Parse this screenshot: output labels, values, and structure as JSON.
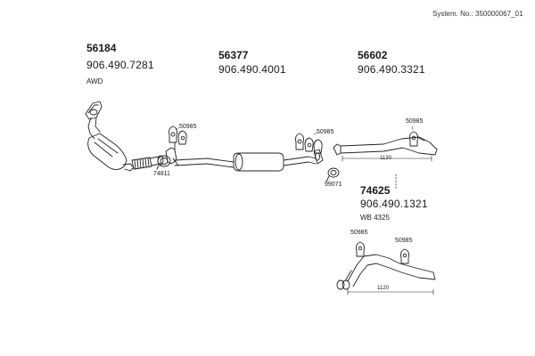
{
  "header": {
    "system_no": "System. No.: 350000067_01"
  },
  "groups": [
    {
      "part_no": "56184",
      "code": "906.490.7281",
      "note": "AWD"
    },
    {
      "part_no": "56377",
      "code": "906.490.4001"
    },
    {
      "part_no": "56602",
      "code": "906.490.3321"
    },
    {
      "part_no": "74625",
      "code": "906.490.1321",
      "note": "WB 4325"
    }
  ],
  "callouts": {
    "hanger_1": "50985",
    "hanger_2": "50985",
    "hanger_3": "50985",
    "hanger_4": "50985",
    "hanger_5": "50985",
    "clamp": "74811",
    "clip": "99071"
  },
  "dimensions": {
    "tail_upper": "1130",
    "tail_lower": "1120"
  }
}
